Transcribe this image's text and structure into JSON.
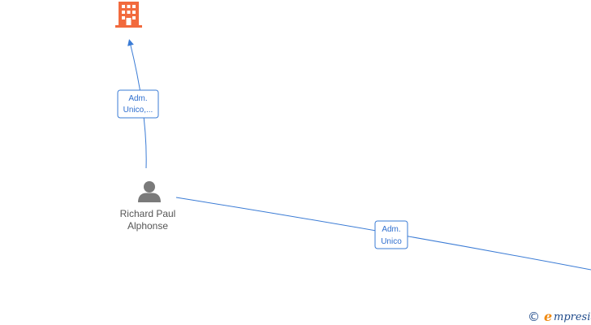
{
  "nodes": {
    "company": {
      "icon": "building-icon",
      "color": "#f26a3d"
    },
    "person": {
      "icon": "person-icon",
      "color": "#7a7a7a",
      "label_line1": "Richard Paul",
      "label_line2": "Alphonse"
    }
  },
  "edges": [
    {
      "label_line1": "Adm.",
      "label_line2": "Unico,..."
    },
    {
      "label_line1": "Adm.",
      "label_line2": "Unico"
    }
  ],
  "colors": {
    "edge": "#3a7bd5",
    "label_text": "#2f6fcf"
  },
  "watermark": {
    "copyright": "©",
    "initial": "e",
    "name": "mpresia"
  }
}
